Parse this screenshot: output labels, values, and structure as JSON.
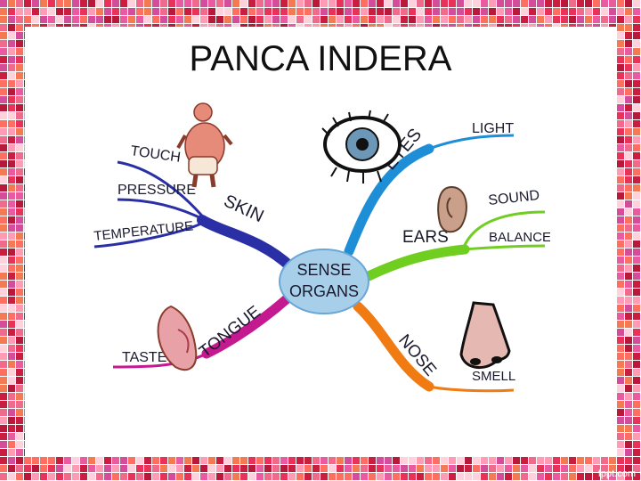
{
  "slide": {
    "title": "PANCA INDERA"
  },
  "mindmap": {
    "center": {
      "line1": "SENSE",
      "line2": "ORGANS"
    },
    "branches": {
      "skin": {
        "label": "SKIN",
        "color": "#2b2fa6",
        "leaves": [
          "TOUCH",
          "PRESSURE",
          "TEMPERATURE"
        ]
      },
      "eyes": {
        "label": "EYES",
        "color": "#1e8fd6",
        "leaves": [
          "LIGHT"
        ]
      },
      "ears": {
        "label": "EARS",
        "color": "#6fce1f",
        "leaves": [
          "SOUND",
          "BALANCE"
        ]
      },
      "tongue": {
        "label": "TONGUE",
        "color": "#c4198f",
        "leaves": [
          "TASTE"
        ]
      },
      "nose": {
        "label": "NOSE",
        "color": "#f07b12",
        "leaves": [
          "SMELL"
        ]
      }
    }
  },
  "footer": {
    "watermark": "fppt.com"
  }
}
